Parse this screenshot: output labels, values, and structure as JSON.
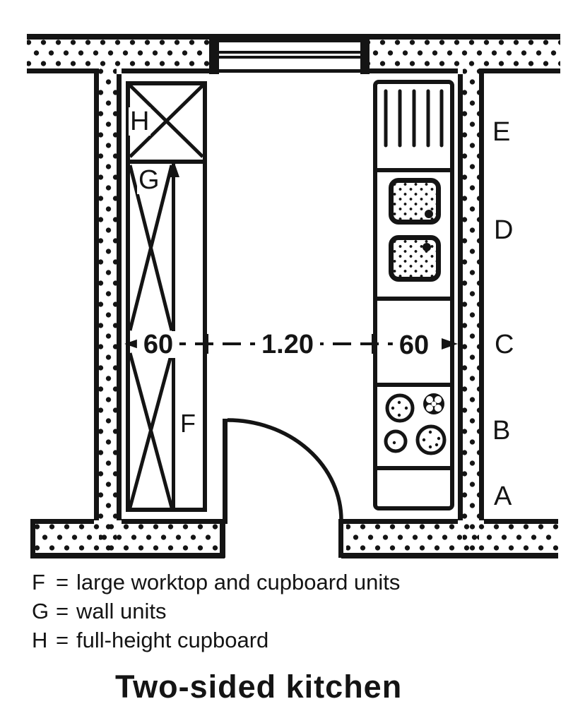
{
  "title": "Two-sided kitchen",
  "legend": {
    "rows": [
      {
        "key": "F",
        "eq": "=",
        "desc": "large worktop and cupboard units"
      },
      {
        "key": "G",
        "eq": "=",
        "desc": "wall units"
      },
      {
        "key": "H",
        "eq": "=",
        "desc": "full-height cupboard"
      }
    ]
  },
  "plan": {
    "unit_labels": {
      "H": "H",
      "G": "G",
      "F": "F"
    },
    "zone_labels": {
      "E": "E",
      "D": "D",
      "C": "C",
      "B": "B",
      "A": "A"
    },
    "dimensions": {
      "left_units_depth": "60",
      "aisle_width": "1.20",
      "right_units_depth": "60"
    }
  },
  "colors": {
    "ink": "#141414",
    "paper": "#ffffff"
  }
}
